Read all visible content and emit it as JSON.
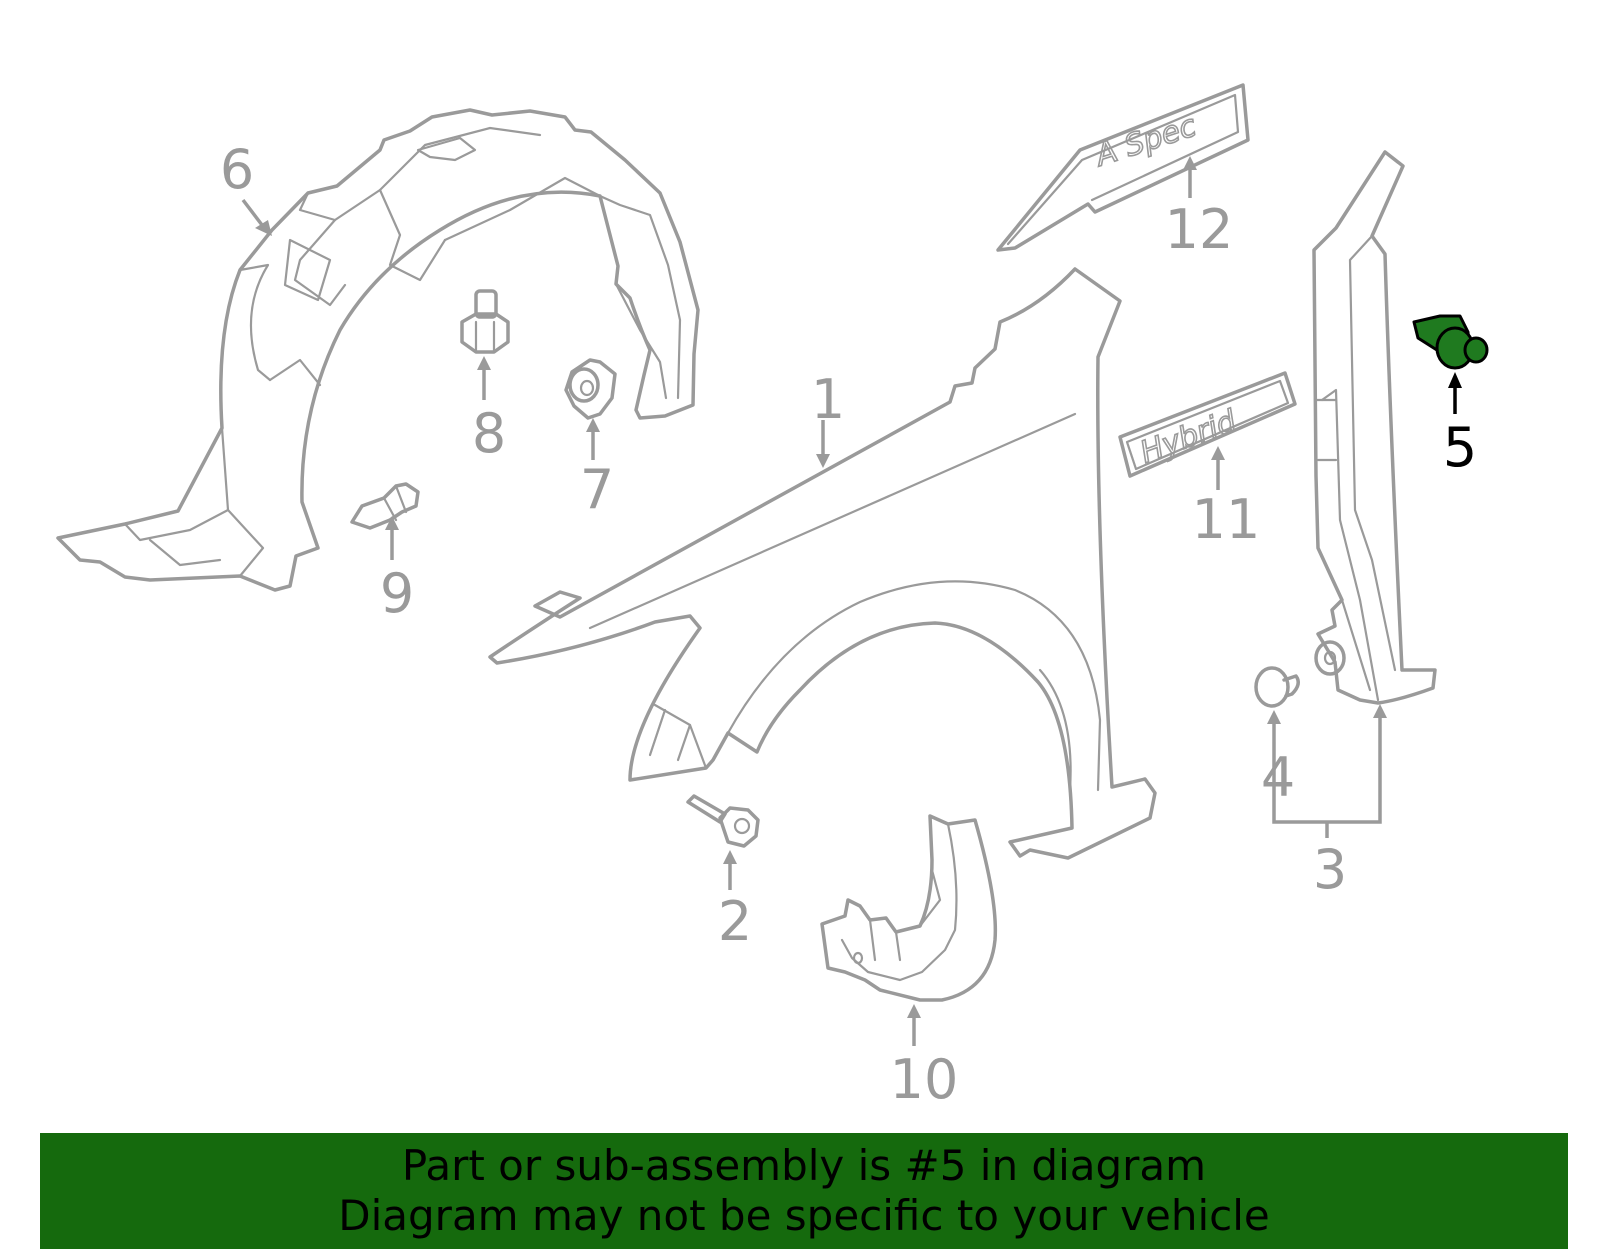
{
  "callouts": {
    "c1": "1",
    "c2": "2",
    "c3": "3",
    "c4": "4",
    "c5": "5",
    "c6": "6",
    "c7": "7",
    "c8": "8",
    "c9": "9",
    "c10": "10",
    "c11": "11",
    "c12": "12"
  },
  "badges": {
    "aspec": "A Spec",
    "hybrid": "Hybrid"
  },
  "highlight": {
    "part_number": "5",
    "color": "#1f7a1f"
  },
  "banner": {
    "line1": "Part or sub-assembly is #5 in diagram",
    "line2": "Diagram may not be specific to your vehicle",
    "color": "#156a0d"
  }
}
